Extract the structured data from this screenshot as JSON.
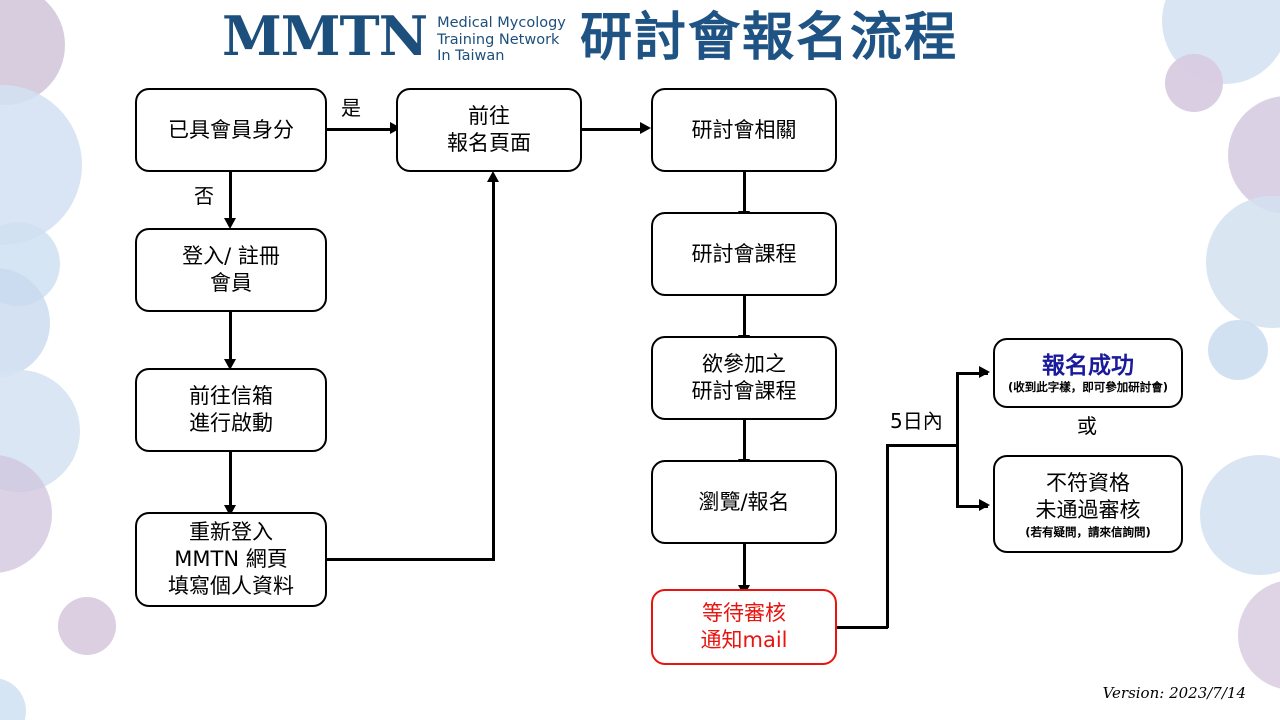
{
  "header": {
    "logo_mark": "MMTN",
    "logo_tagline_line1": "Medical Mycology",
    "logo_tagline_line2": "Training Network",
    "logo_tagline_line3": "In Taiwan",
    "title": "研討會報名流程",
    "brand_color": "#1d4f7c",
    "title_color": "#1f5384"
  },
  "flow": {
    "nodes": [
      {
        "id": "member-check",
        "label": "已具會員身分"
      },
      {
        "id": "goto-register-page",
        "label": "前往\n報名頁面"
      },
      {
        "id": "login-register",
        "label": "登入/ 註冊\n會員"
      },
      {
        "id": "goto-mailbox",
        "label": "前往信箱\n進行啟動"
      },
      {
        "id": "relogin-fill-profile",
        "label": "重新登入\nMMTN 網頁\n填寫個人資料"
      },
      {
        "id": "seminar-related",
        "label": "研討會相關"
      },
      {
        "id": "seminar-courses",
        "label": "研討會課程"
      },
      {
        "id": "desired-course",
        "label": "欲參加之\n研討會課程"
      },
      {
        "id": "browse-signup",
        "label": "瀏覽/報名"
      },
      {
        "id": "waiting-review",
        "label": "等待審核\n通知mail",
        "color": "#e8140f"
      },
      {
        "id": "success",
        "label": "報名成功",
        "sub": "(收到此字樣，即可參加研討會)",
        "color": "#1a1a9c"
      },
      {
        "id": "rejected",
        "label": "不符資格\n未通過審核",
        "sub": "(若有疑問，請來信詢問)"
      }
    ],
    "edge_labels": {
      "yes": "是",
      "no": "否",
      "within_five_days": "5日內",
      "or": "或"
    }
  },
  "footer": {
    "version": "Version: 2023/7/14"
  }
}
